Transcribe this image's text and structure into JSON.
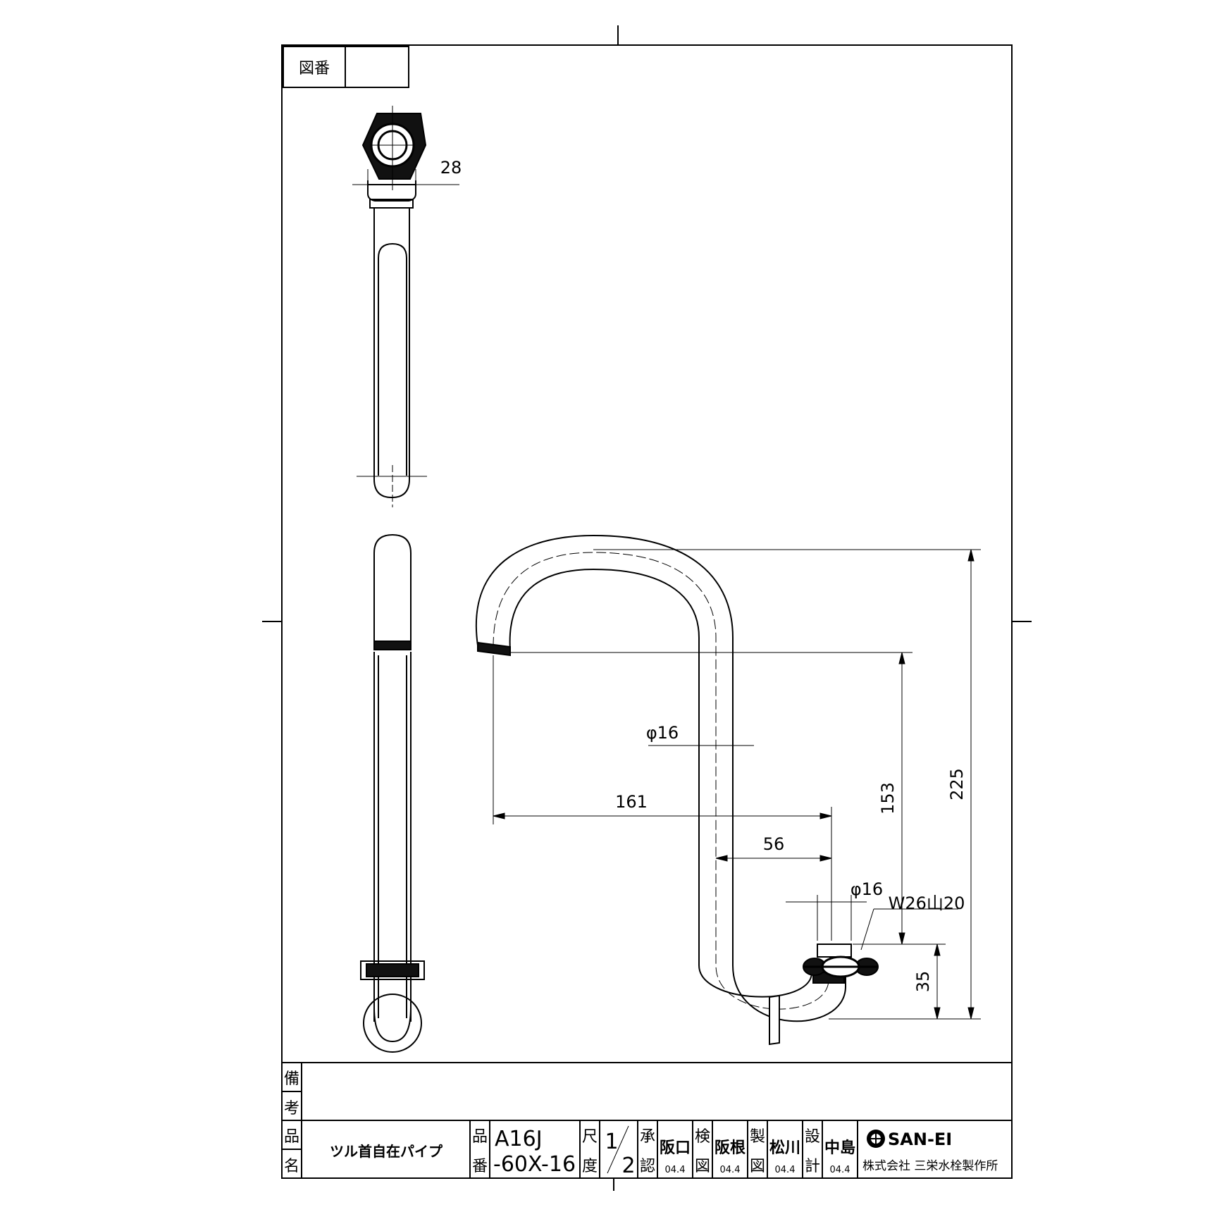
{
  "drawing_number_label": "図番",
  "drawing_number_value": "",
  "dimensions": {
    "hex_width": "28",
    "pipe_diameter_upper": "φ16",
    "horizontal_reach": "161",
    "offset": "56",
    "pipe_diameter_lower": "φ16",
    "thread_spec": "W26山20",
    "spout_drop": "153",
    "overall_height": "225",
    "base_height": "35"
  },
  "title_block": {
    "remarks_label_1": "備",
    "remarks_label_2": "考",
    "remarks_value": "",
    "name_label_1": "品",
    "name_label_2": "名",
    "product_name": "ツル首自在パイプ",
    "number_label_1": "品",
    "number_label_2": "番",
    "part_number_line1": "A16J",
    "part_number_line2": "-60X-16",
    "scale_label_1": "尺",
    "scale_label_2": "度",
    "scale_num": "1",
    "scale_den": "2",
    "approve_label_1": "承",
    "approve_label_2": "認",
    "approve_name": "阪口",
    "approve_date": "04.4",
    "check_label_1": "検",
    "check_label_2": "図",
    "check_name": "阪根",
    "check_date": "04.4",
    "draft_label_1": "製",
    "draft_label_2": "図",
    "draft_name": "松川",
    "draft_date": "04.4",
    "design_label_1": "設",
    "design_label_2": "計",
    "design_name": "中島",
    "design_date": "04.4",
    "brand": "SAN-EI",
    "company": "株式会社 三栄水栓製作所"
  }
}
